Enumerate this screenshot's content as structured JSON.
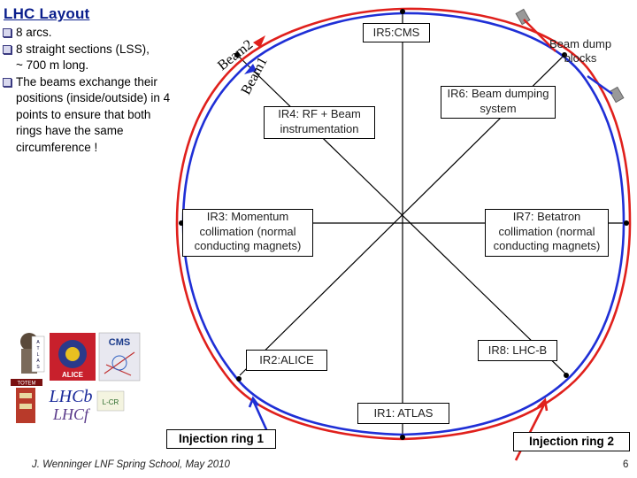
{
  "title": "LHC Layout",
  "bullets": [
    {
      "text": "8 arcs.",
      "marker": true
    },
    {
      "text": "8 straight sections (LSS),",
      "marker": true
    },
    {
      "text": "~ 700 m long.",
      "marker": false
    },
    {
      "text": "The beams exchange their",
      "marker": true
    },
    {
      "text": "positions (inside/outside) in 4",
      "marker": false
    },
    {
      "text": "points to ensure that both",
      "marker": false
    },
    {
      "text": "rings have the same",
      "marker": false
    },
    {
      "text": "circumference !",
      "marker": false
    }
  ],
  "beam2_label": "Beam2",
  "beam1_label": "Beam1",
  "ir_labels": {
    "ir5": "IR5:CMS",
    "ir4": "IR4: RF + Beam instrumentation",
    "ir6": "IR6: Beam dumping system",
    "beam_dump": "Beam dump blocks",
    "ir3": "IR3: Momentum collimation (normal conducting magnets)",
    "ir7": "IR7: Betatron collimation (normal conducting magnets)",
    "ir2": "IR2:ALICE",
    "ir8": "IR8: LHC-B",
    "ir1": "IR1: ATLAS"
  },
  "injection": {
    "ring1": "Injection ring 1",
    "ring2": "Injection ring 2"
  },
  "footer": "J. Wenninger LNF Spring School, May 2010",
  "page_number": "6",
  "logos": [
    "ATLAS",
    "ALICE",
    "CMS",
    "TOTEM",
    "LHCb",
    "LHCf",
    "L-CR"
  ],
  "colors": {
    "title": "#0a1e8c",
    "beam1": "#1f2fd6",
    "beam2": "#e0201c",
    "line": "#000000"
  }
}
